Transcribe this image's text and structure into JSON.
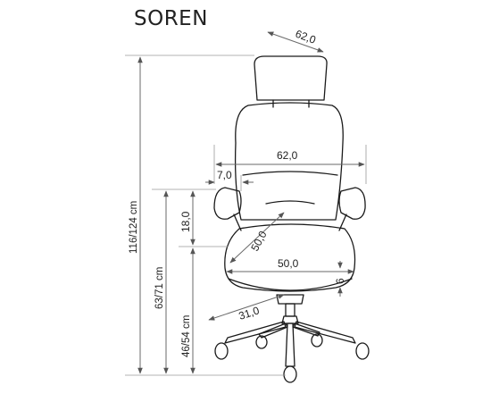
{
  "title": "SOREN",
  "dimensions": {
    "headrest_depth": "62,0",
    "backrest_width": "62,0",
    "armrest_offset": "7,0",
    "armrest_height": "18,0",
    "seat_depth": "50,0",
    "seat_width": "50,0",
    "seat_thickness": "6",
    "base_radius": "31,0",
    "total_height": "116/124 cm",
    "armrest_floor_height": "63/71 cm",
    "seat_height": "46/54 cm"
  },
  "colors": {
    "line": "#1a1a1a",
    "dimension": "#6a6a6a"
  }
}
